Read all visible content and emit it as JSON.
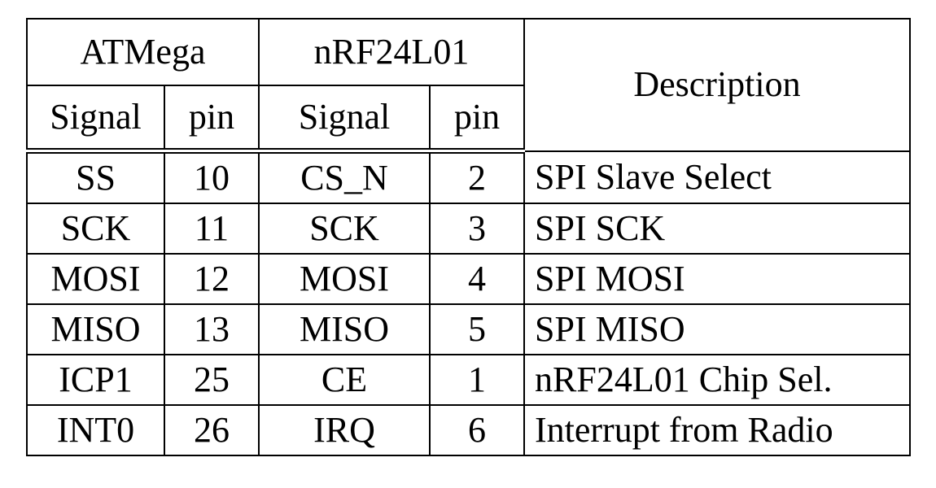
{
  "table": {
    "group_headers": {
      "atmega": "ATMega",
      "nrf": "nRF24L01",
      "description": "Description"
    },
    "sub_headers": {
      "atmega_signal": "Signal",
      "atmega_pin": "pin",
      "nrf_signal": "Signal",
      "nrf_pin": "pin"
    },
    "rows": [
      {
        "atmega_signal": "SS",
        "atmega_pin": "10",
        "nrf_signal": "CS_N",
        "nrf_pin": "2",
        "description": "SPI Slave Select"
      },
      {
        "atmega_signal": "SCK",
        "atmega_pin": "11",
        "nrf_signal": "SCK",
        "nrf_pin": "3",
        "description": "SPI SCK"
      },
      {
        "atmega_signal": "MOSI",
        "atmega_pin": "12",
        "nrf_signal": "MOSI",
        "nrf_pin": "4",
        "description": "SPI MOSI"
      },
      {
        "atmega_signal": "MISO",
        "atmega_pin": "13",
        "nrf_signal": "MISO",
        "nrf_pin": "5",
        "description": "SPI MISO"
      },
      {
        "atmega_signal": "ICP1",
        "atmega_pin": "25",
        "nrf_signal": "CE",
        "nrf_pin": "1",
        "description": "nRF24L01 Chip Sel."
      },
      {
        "atmega_signal": "INT0",
        "atmega_pin": "26",
        "nrf_signal": "IRQ",
        "nrf_pin": "6",
        "description": "Interrupt from Radio"
      }
    ]
  }
}
